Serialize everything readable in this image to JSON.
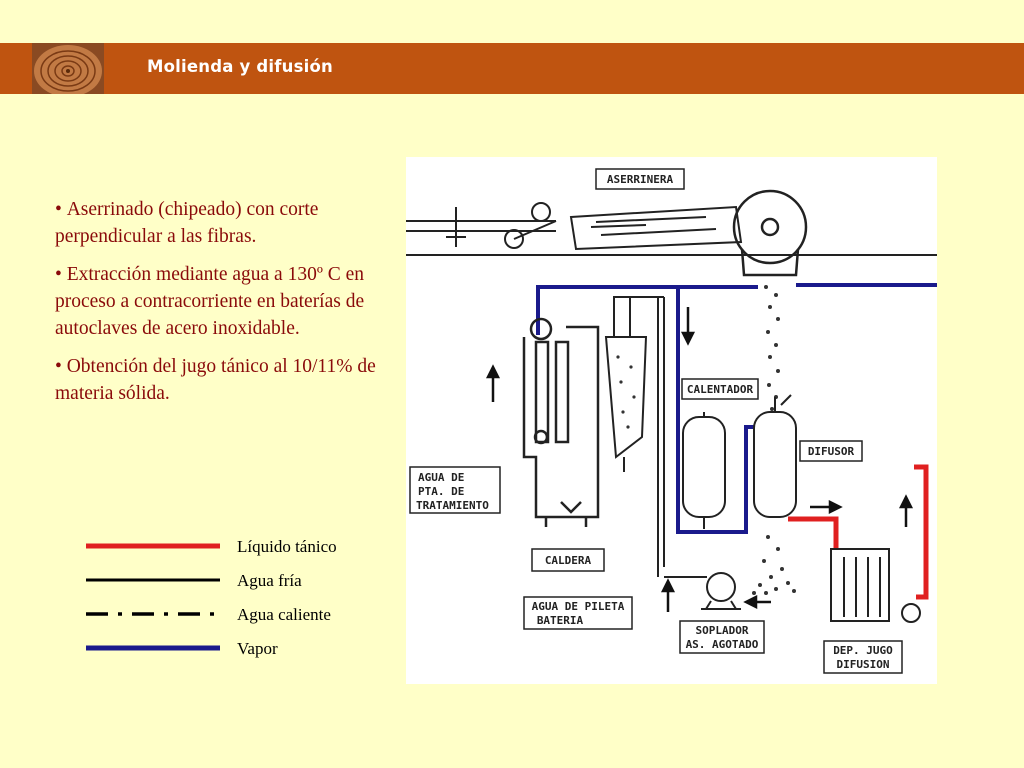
{
  "header": {
    "title": "Molienda y difusión"
  },
  "bullets": [
    "Aserrinado (chipeado) con corte perpendicular a las fibras.",
    "Extracción mediante agua a 130º C en proceso a contracorriente en baterías de autoclaves de acero inoxidable.",
    "Obtención del jugo tánico al 10/11% de materia sólida."
  ],
  "diagram": {
    "labels": {
      "aserrinera": "ASERRINERA",
      "calentador": "CALENTADOR",
      "difusor": "DIFUSOR",
      "agua_tratamiento_1": "AGUA DE",
      "agua_tratamiento_2": "PTA. DE",
      "agua_tratamiento_3": "TRATAMIENTO",
      "caldera": "CALDERA",
      "agua_pileta_1": "AGUA DE PILETA",
      "agua_pileta_2": "BATERIA",
      "soplador_1": "SOPLADOR",
      "soplador_2": "AS. AGOTADO",
      "dep_jugo_1": "DEP. JUGO",
      "dep_jugo_2": "DIFUSION"
    },
    "colors": {
      "vapor": "#1A1A8C",
      "liquido": "#E02020",
      "ink": "#222222"
    }
  },
  "legend": {
    "items": [
      {
        "label": "Líquido tánico",
        "color": "#E02020",
        "style": "solid"
      },
      {
        "label": "Agua fría",
        "color": "#000000",
        "style": "solid"
      },
      {
        "label": "Agua caliente",
        "color": "#000000",
        "style": "dash-dot"
      },
      {
        "label": "Vapor",
        "color": "#1A1A8C",
        "style": "solid"
      }
    ]
  }
}
